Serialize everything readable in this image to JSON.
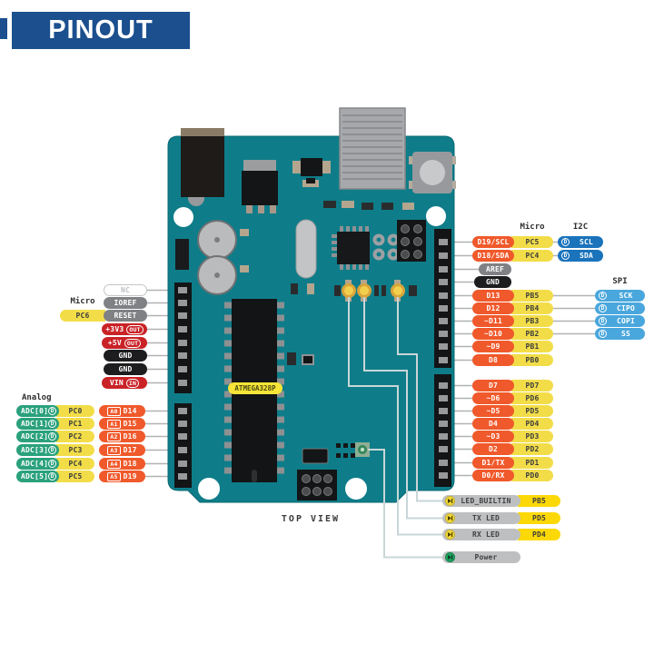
{
  "banner": {
    "title": "PINOUT"
  },
  "board": {
    "chip_label": "ATMEGA328P",
    "view_label": "TOP VIEW"
  },
  "glyphs": {
    "d": "D"
  },
  "headers": {
    "micro_left": "Micro",
    "micro_right": "Micro",
    "i2c": "I2C",
    "spi": "SPI",
    "analog": "Analog"
  },
  "left": {
    "pc6_port": "PC6",
    "power_rows": [
      {
        "label": "NC"
      },
      {
        "label": "IOREF"
      },
      {
        "label": "RESET"
      },
      {
        "label": "+3V3",
        "badge": "OUT"
      },
      {
        "label": "+5V",
        "badge": "OUT"
      },
      {
        "label": "GND"
      },
      {
        "label": "GND"
      },
      {
        "label": "VIN",
        "badge": "IN"
      }
    ],
    "analog_rows": [
      {
        "adc": "ADC[0]",
        "port": "PC0",
        "alias": "A0",
        "pin": "D14"
      },
      {
        "adc": "ADC[1]",
        "port": "PC1",
        "alias": "A1",
        "pin": "D15"
      },
      {
        "adc": "ADC[2]",
        "port": "PC2",
        "alias": "A2",
        "pin": "D16"
      },
      {
        "adc": "ADC[3]",
        "port": "PC3",
        "alias": "A3",
        "pin": "D17"
      },
      {
        "adc": "ADC[4]",
        "port": "PC4",
        "alias": "A4",
        "pin": "D18"
      },
      {
        "adc": "ADC[5]",
        "port": "PC5",
        "alias": "A5",
        "pin": "D19"
      }
    ]
  },
  "right": {
    "i2c_rows": [
      {
        "pin": "D19/SCL",
        "port": "PC5",
        "bus": "SCL"
      },
      {
        "pin": "D18/SDA",
        "port": "PC4",
        "bus": "SDA"
      }
    ],
    "aref": "AREF",
    "gnd": "GND",
    "digital_top": [
      {
        "pin": "D13",
        "port": "PB5",
        "spi": "SCK"
      },
      {
        "pin": "D12",
        "port": "PB4",
        "spi": "CIPO"
      },
      {
        "pin": "~D11",
        "port": "PB3",
        "spi": "COPI"
      },
      {
        "pin": "~D10",
        "port": "PB2",
        "spi": "SS"
      },
      {
        "pin": "~D9",
        "port": "PB1"
      },
      {
        "pin": "D8",
        "port": "PB0"
      }
    ],
    "digital_bottom": [
      {
        "pin": "D7",
        "port": "PD7"
      },
      {
        "pin": "~D6",
        "port": "PD6"
      },
      {
        "pin": "~D5",
        "port": "PD5"
      },
      {
        "pin": "D4",
        "port": "PD4"
      },
      {
        "pin": "~D3",
        "port": "PD3"
      },
      {
        "pin": "D2",
        "port": "PD2"
      },
      {
        "pin": "D1/TX",
        "port": "PD1"
      },
      {
        "pin": "D0/RX",
        "port": "PD0"
      }
    ],
    "led_rows": [
      {
        "label": "LED_BUILTIN",
        "port": "PB5"
      },
      {
        "label": "TX LED",
        "port": "PD5"
      },
      {
        "label": "RX LED",
        "port": "PD4"
      }
    ],
    "power_row": {
      "label": "Power"
    }
  },
  "colors": {
    "banner_blue": "#1b4f8e",
    "board_teal": "#0e7d89",
    "digital_orange": "#f0592b",
    "port_yellow": "#f2dd49",
    "led_port_yellow": "#fcd906",
    "analog_green": "#2aa17c",
    "i2c_blue": "#1a73bb",
    "spi_blue": "#4aa7dd",
    "power_red": "#c92227",
    "gnd_black": "#1d1d1f",
    "neutral_gray": "#808184",
    "label_gray": "#bdbfc1"
  }
}
